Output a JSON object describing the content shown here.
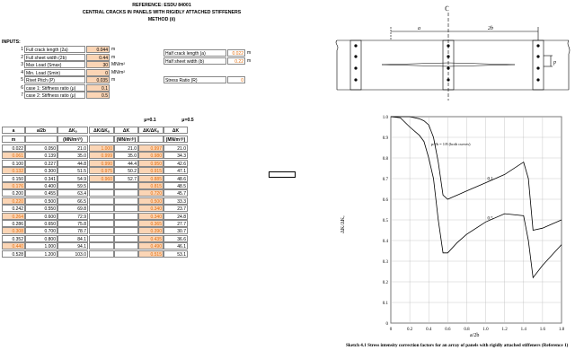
{
  "header": {
    "reference": "REFERENCE: ESDU 84001",
    "title": "CENTRAL CRACKS IN PANELS WITH RIGIDLY ATTACHED STIFFENERS",
    "method": "METHOD (ii)"
  },
  "inputs": {
    "label": "INPUTS:",
    "rows": [
      {
        "n": "1",
        "label": "Full crack length (2a)",
        "value": "0.044",
        "unit": "m"
      },
      {
        "n": "2",
        "label": "Full sheet width (2b)",
        "value": "0.44",
        "unit": "m"
      },
      {
        "n": "3",
        "label": "Max Load (Smax)",
        "value": "30",
        "unit": "MN/m²"
      },
      {
        "n": "4",
        "label": "Min. Load (Smin)",
        "value": "0",
        "unit": "MN/m²"
      },
      {
        "n": "5",
        "label": "Rivet Pitch (P)",
        "value": "0.035",
        "unit": "m"
      },
      {
        "n": "6",
        "label": "case 1: Stiffness ratio (μ)",
        "value": "0.1",
        "unit": ""
      },
      {
        "n": "7",
        "label": "case 2: Stiffness ratio (μ)",
        "value": "0.5",
        "unit": ""
      }
    ],
    "derived": [
      {
        "label": "Half crack length (a)",
        "value": "0.022",
        "unit": "m"
      },
      {
        "label": "Half sheet width (b)",
        "value": "0.22",
        "unit": "m"
      },
      {
        "label": "Stress Ratio (R)",
        "value": "0",
        "unit": ""
      }
    ]
  },
  "table": {
    "mu1_label": "μ=0.1",
    "mu2_label": "μ=0.5",
    "headers": [
      "a",
      "a/2b",
      "ΔKₒ",
      "ΔK/ΔKₒ",
      "ΔK",
      "ΔK/ΔKₒ",
      "ΔK"
    ],
    "units": [
      "m",
      "",
      "(MN/m³/²)",
      "",
      "(MN/m³/²)",
      "",
      "(MN/m³/²)"
    ],
    "rows": [
      [
        "0.022",
        "0.050",
        "21.0",
        "1.000",
        "21.0",
        "0.997",
        "21.0"
      ],
      [
        "0.061",
        "0.139",
        "35.0",
        "0.999",
        "35.0",
        "0.980",
        "34.3"
      ],
      [
        "0.100",
        "0.227",
        "44.8",
        "0.990",
        "44.4",
        "0.950",
        "42.6"
      ],
      [
        "0.132",
        "0.300",
        "51.5",
        "0.975",
        "50.2",
        "0.915",
        "47.1"
      ],
      [
        "0.150",
        "0.341",
        "54.9",
        "0.960",
        "52.7",
        "0.885",
        "48.6"
      ],
      [
        "0.176",
        "0.400",
        "59.5",
        "",
        "",
        "0.815",
        "48.5"
      ],
      [
        "0.200",
        "0.455",
        "63.4",
        "",
        "",
        "0.720",
        "45.7"
      ],
      [
        "0.220",
        "0.500",
        "66.5",
        "",
        "",
        "0.500",
        "33.3"
      ],
      [
        "0.242",
        "0.550",
        "69.8",
        "",
        "",
        "0.340",
        "23.7"
      ],
      [
        "0.264",
        "0.600",
        "72.9",
        "",
        "",
        "0.340",
        "24.8"
      ],
      [
        "0.286",
        "0.650",
        "75.8",
        "",
        "",
        "0.365",
        "27.7"
      ],
      [
        "0.308",
        "0.700",
        "78.7",
        "",
        "",
        "0.390",
        "30.7"
      ],
      [
        "0.352",
        "0.800",
        "84.1",
        "",
        "",
        "0.435",
        "36.6"
      ],
      [
        "0.440",
        "1.000",
        "94.1",
        "",
        "",
        "0.490",
        "46.1"
      ],
      [
        "0.528",
        "1.200",
        "103.0",
        "",
        "",
        "0.515",
        "53.1"
      ]
    ]
  },
  "diagram": {
    "label_a": "a",
    "label_2b": "2b",
    "label_p": "p",
    "label_c": "ℂ"
  },
  "chart_data": {
    "type": "line",
    "title": "",
    "xlabel": "a/2b",
    "ylabel": "ΔK/ΔKₒ",
    "xlim": [
      0,
      1.8
    ],
    "ylim": [
      0,
      1.0
    ],
    "xticks": [
      "0",
      "0.2",
      "0.4",
      "0.6",
      "0.8",
      "1.0",
      "1.2",
      "1.4",
      "1.6",
      "1.8"
    ],
    "yticks": [
      "0",
      "0.1",
      "0.2",
      "0.3",
      "0.4",
      "0.5",
      "0.6",
      "0.7",
      "0.8",
      "0.9",
      "1.0"
    ],
    "legend_note": "p/2b = 1/8  (both curves)",
    "series": [
      {
        "name": "0.1",
        "x": [
          0,
          0.2,
          0.3,
          0.35,
          0.4,
          0.45,
          0.5,
          0.55,
          0.6,
          0.8,
          1.0,
          1.2,
          1.4,
          1.45,
          1.5,
          1.6,
          1.7,
          1.8
        ],
        "y": [
          1.0,
          1.0,
          0.99,
          0.98,
          0.96,
          0.9,
          0.78,
          0.62,
          0.6,
          0.64,
          0.68,
          0.72,
          0.78,
          0.7,
          0.45,
          0.46,
          0.48,
          0.5
        ]
      },
      {
        "name": "0.5",
        "x": [
          0,
          0.1,
          0.2,
          0.3,
          0.35,
          0.4,
          0.45,
          0.5,
          0.55,
          0.6,
          0.7,
          0.8,
          1.0,
          1.2,
          1.4,
          1.45,
          1.5,
          1.6,
          1.7,
          1.8
        ],
        "y": [
          1.0,
          0.995,
          0.95,
          0.91,
          0.88,
          0.8,
          0.7,
          0.5,
          0.34,
          0.34,
          0.39,
          0.43,
          0.49,
          0.53,
          0.52,
          0.4,
          0.22,
          0.28,
          0.33,
          0.38
        ]
      }
    ],
    "caption": "Sketch 4.1   Stress intensity correction factors for an array of panels with rigidly attached stiffeners (Reference 1)"
  }
}
